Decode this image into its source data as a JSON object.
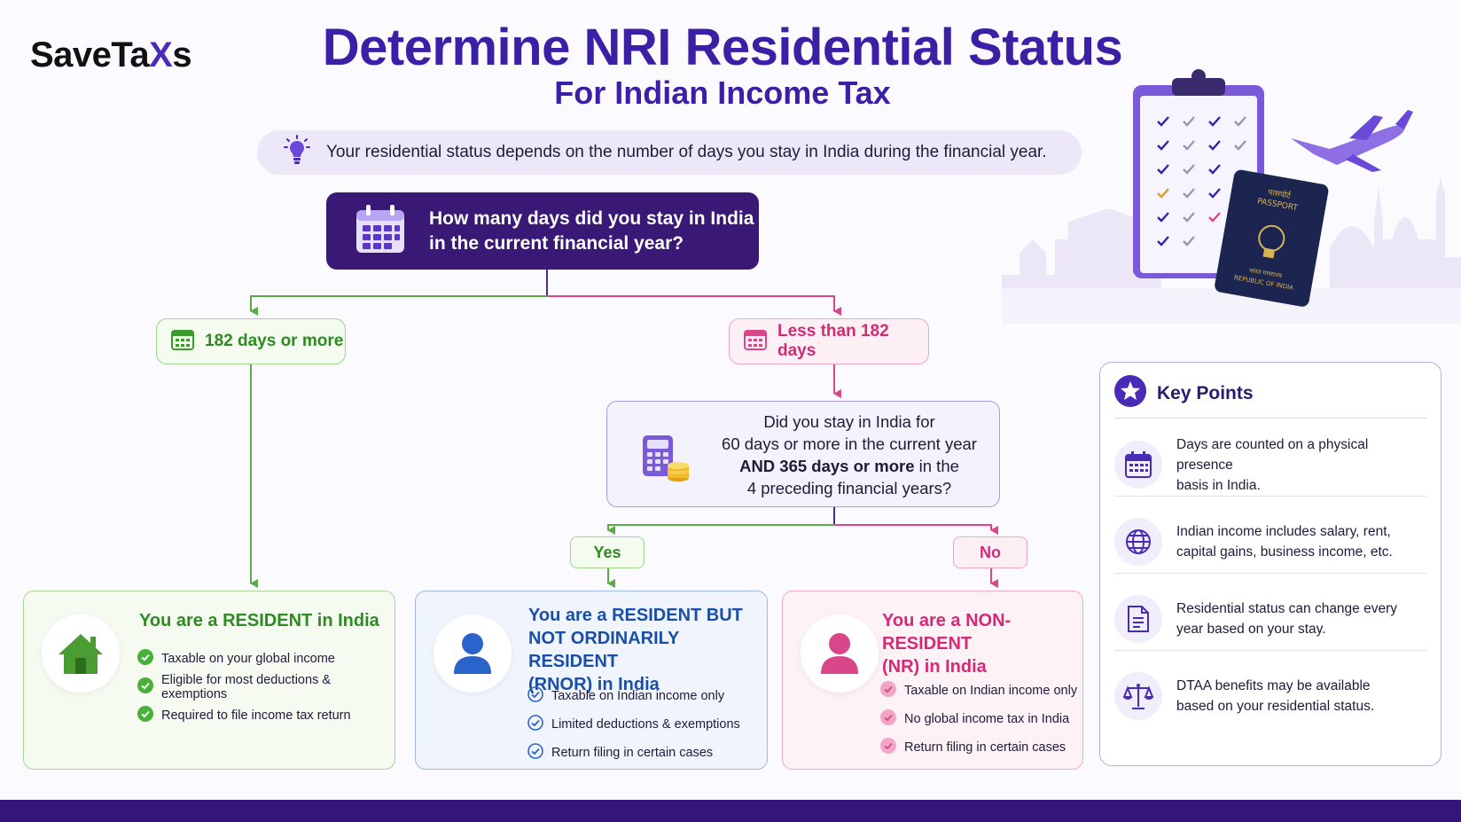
{
  "brand": {
    "logo_text_a": "SaveTa",
    "logo_text_x": "X",
    "logo_text_b": "s"
  },
  "header": {
    "title": "Determine NRI Residential Status",
    "subtitle": "For Indian Income Tax"
  },
  "tip": {
    "text": "Your residential status depends on the number of days you stay in India during the financial year."
  },
  "question": {
    "line1": "How many days did you stay in India",
    "line2": "in the current financial year?"
  },
  "branches": {
    "left": "182 days or more",
    "right": "Less than 182 days"
  },
  "question2": {
    "line1": "Did you stay in India for",
    "line2": "60 days or more in the current year",
    "line3_bold": "AND 365 days or more",
    "line3_rest": " in the",
    "line4": "4 preceding financial years?"
  },
  "answers": {
    "yes": "Yes",
    "no": "No"
  },
  "cards": {
    "resident": {
      "title": "You are a RESIDENT in India",
      "items": [
        "Taxable on your global income",
        "Eligible for most deductions & exemptions",
        "Required to file income tax return"
      ]
    },
    "rnor": {
      "title_l1": "You are a RESIDENT BUT",
      "title_l2": "NOT ORDINARILY RESIDENT",
      "title_l3": "(RNOR) in India",
      "items": [
        "Taxable on Indian income only",
        "Limited deductions & exemptions",
        "Return filing in certain cases"
      ]
    },
    "nr": {
      "title_l1": "You are a NON-RESIDENT",
      "title_l2": "(NR) in India",
      "items": [
        "Taxable on Indian income only",
        "No global income tax in India",
        "Return filing in certain cases"
      ]
    }
  },
  "key_points": {
    "title": "Key Points",
    "items": [
      {
        "icon": "calendar-icon",
        "l1": "Days are counted on a physical presence",
        "l2": "basis in India."
      },
      {
        "icon": "globe-icon",
        "l1": "Indian income includes salary, rent,",
        "l2": "capital gains, business income, etc."
      },
      {
        "icon": "document-icon",
        "l1": "Residential status can change every",
        "l2": "year based on your stay."
      },
      {
        "icon": "scales-icon",
        "l1": "DTAA benefits may be available",
        "l2": "based on your residential status."
      }
    ]
  },
  "illustration": {
    "passport_l1": "पासपोर्ट",
    "passport_l2": "PASSPORT",
    "passport_l3": "भारत गणराज्य",
    "passport_l4": "REPUBLIC OF INDIA"
  },
  "colors": {
    "primary": "#3b1fa5",
    "dark": "#3a1876",
    "green": "#2f8a24",
    "pink": "#d42a75",
    "blue": "#1a4fa8"
  }
}
